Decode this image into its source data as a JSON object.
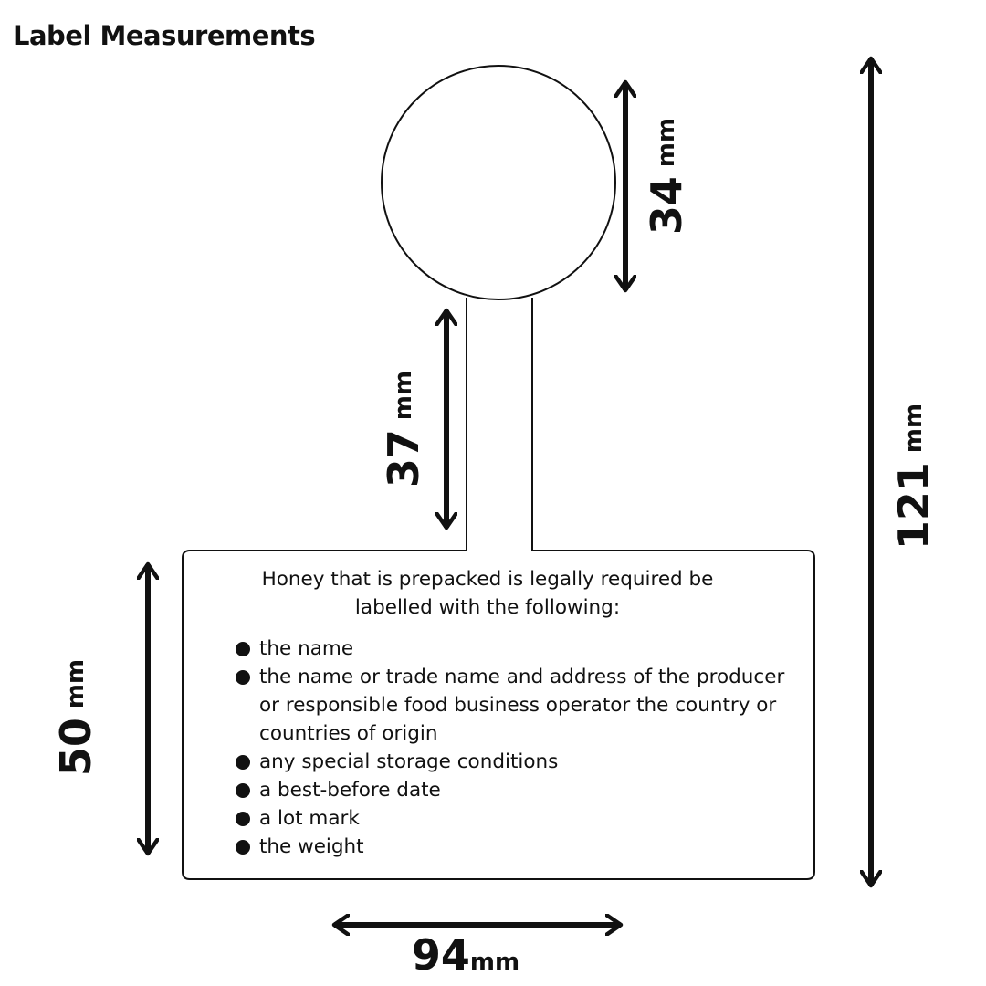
{
  "title": "Label Measurements",
  "dimensions": {
    "circle_diameter": {
      "value": "34",
      "unit": "mm"
    },
    "stem_length": {
      "value": "37",
      "unit": "mm"
    },
    "box_height": {
      "value": "50",
      "unit": "mm"
    },
    "total_height": {
      "value": "121",
      "unit": "mm"
    },
    "box_width": {
      "value": "94",
      "unit": "mm"
    }
  },
  "label_box": {
    "intro": "Honey that is prepacked is legally required be labelled with the following:",
    "items": [
      "the name",
      "the name or trade name and address of the producer or responsible food business operator the country or countries of origin",
      "any special storage conditions",
      "a best-before date",
      "a lot mark",
      "the weight"
    ]
  },
  "colors": {
    "stroke": "#111111",
    "background": "#ffffff"
  }
}
